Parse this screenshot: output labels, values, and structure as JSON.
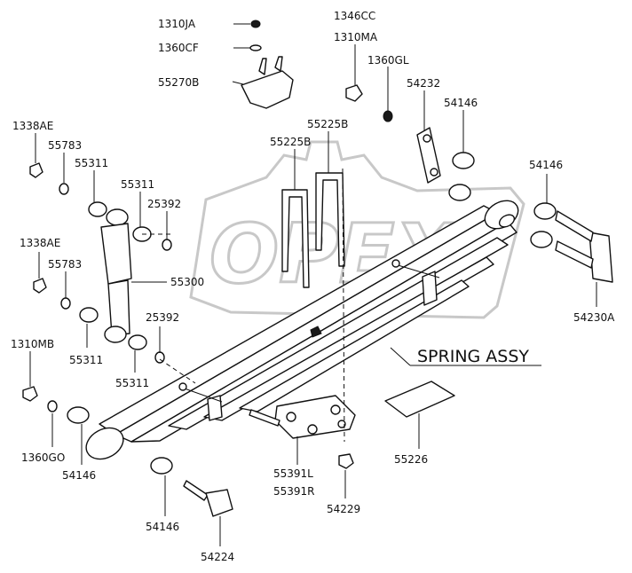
{
  "watermark": {
    "text": "OPEX"
  },
  "assembly_title": "SPRING ASSY",
  "parts": {
    "p1310ja": "1310JA",
    "p1360cf": "1360CF",
    "p55270b": "55270B",
    "p1346cc": "1346CC",
    "p1310ma": "1310MA",
    "p1360gl": "1360GL",
    "p54232": "54232",
    "p54146_top": "54146",
    "p1338ae_a": "1338AE",
    "p55783_a": "55783",
    "p55311_a": "55311",
    "p55311_b": "55311",
    "p25392_a": "25392",
    "p55225b_a": "55225B",
    "p55225b_b": "55225B",
    "p54146_right": "54146",
    "p1338ae_b": "1338AE",
    "p55783_b": "55783",
    "p55300": "55300",
    "p25392_b": "25392",
    "p54230a": "54230A",
    "p1310mb": "1310MB",
    "p55311_c": "55311",
    "p55311_d": "55311",
    "p1360go": "1360GO",
    "p54146_left": "54146",
    "p55391l": "55391L",
    "p55391r": "55391R",
    "p55226": "55226",
    "p54229": "54229",
    "p54146_bottom": "54146",
    "p54224": "54224"
  }
}
